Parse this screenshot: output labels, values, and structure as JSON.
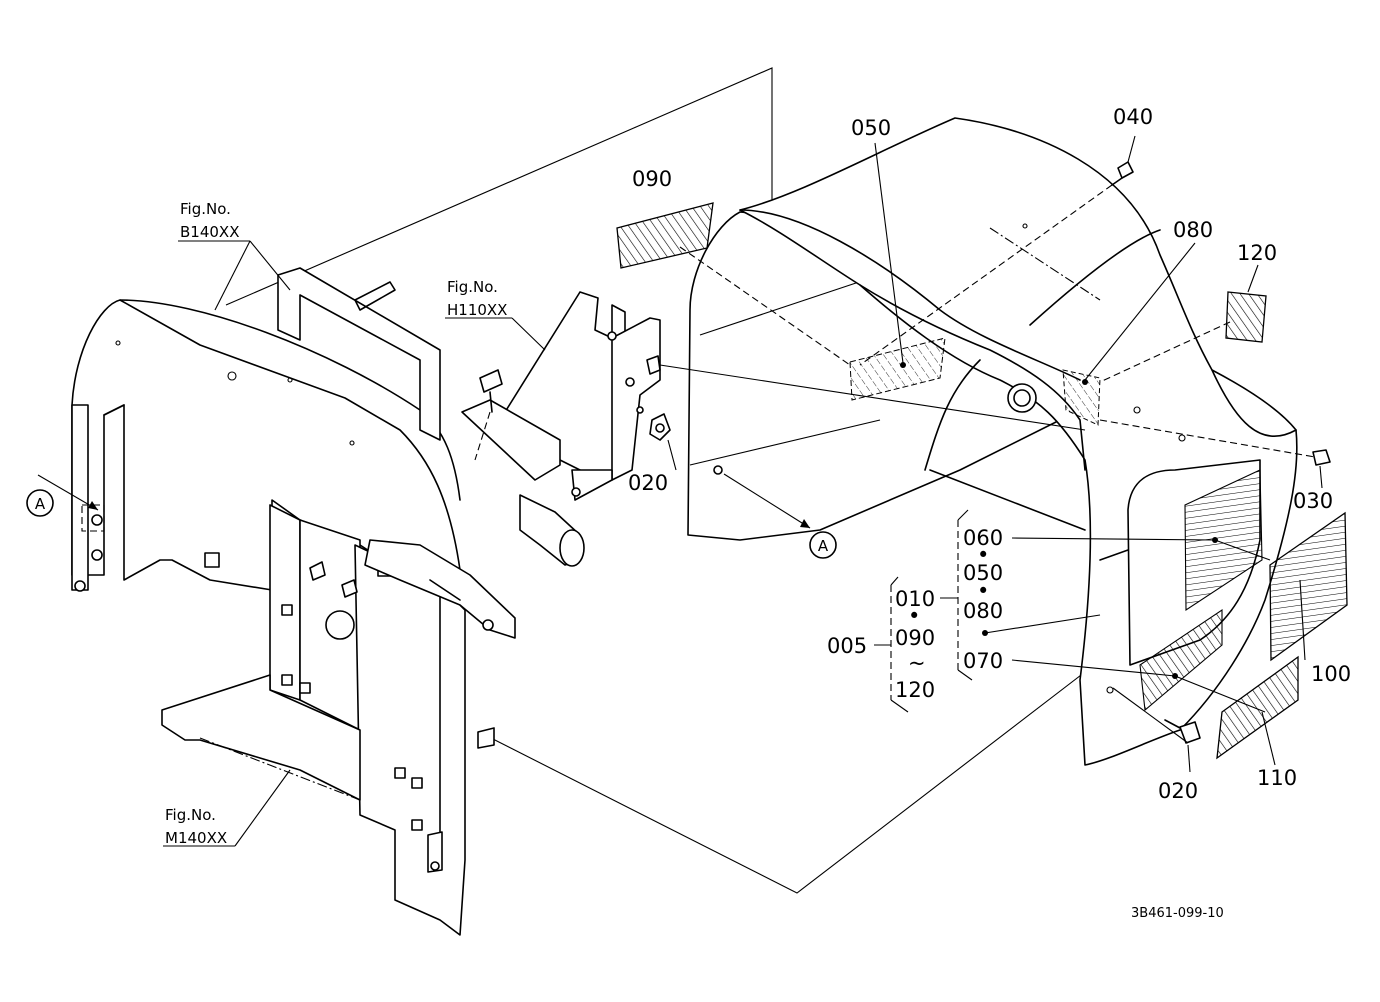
{
  "figure_refs": {
    "b": {
      "line1": "Fig.No.",
      "line2": "B140XX"
    },
    "h": {
      "line1": "Fig.No.",
      "line2": "H110XX"
    },
    "m": {
      "line1": "Fig.No.",
      "line2": "M140XX"
    }
  },
  "callouts": {
    "p040": "040",
    "p050": "050",
    "p090": "090",
    "p080": "080",
    "p120": "120",
    "p020a": "020",
    "p030": "030",
    "p100": "100",
    "p110": "110",
    "p020b": "020"
  },
  "assembly": {
    "p005": "005",
    "p010": "010",
    "p090": "090",
    "p120": "120",
    "p060": "060",
    "p050": "050",
    "p080": "080",
    "p070": "070",
    "dot": "•",
    "tilde": "~"
  },
  "view_markers": {
    "left": "A",
    "right": "A"
  },
  "drawing_code": "3B461-099-10"
}
